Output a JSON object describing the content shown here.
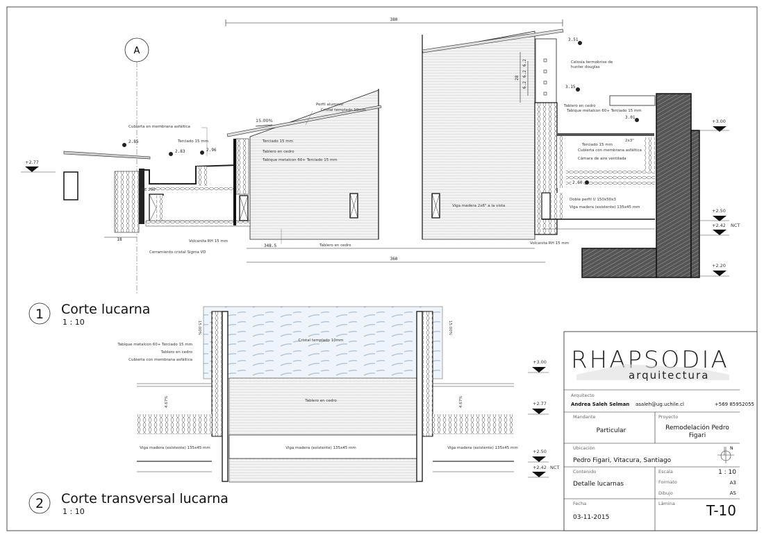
{
  "section1": {
    "marker": "A",
    "number": "1",
    "title": "Corte lucarna",
    "scale": "1 : 10",
    "dims": {
      "top": "380",
      "inner": "348.5",
      "outer": "360",
      "left": "18",
      "v28": "28",
      "v1": "6.2",
      "v2": "6.2",
      "v3": "6.2"
    },
    "slope": "15.00%",
    "elevations": [
      "2.85",
      "2.83",
      "2.96",
      "3.51",
      "3.15",
      "3.01",
      "2.60"
    ],
    "labels": {
      "perfil": "Perfil aluminio",
      "cristal": "Cristal templado 10mm",
      "cubierta": "Cubierta en membrana asfáltica",
      "terciado_l": "Terciado 15 mm",
      "terciado_r": "Terciado 15 mm",
      "tablero": "Tablero en cedro",
      "tabique": "Tabique metalcon 60+ Terciado 15 mm",
      "ipe": "IPE 200",
      "volcanita_l": "Volcanita RH 15 mm",
      "cerramiento": "Cerramiento cristal Sigma VD",
      "tablero_bottom": "Tablero en cedro",
      "viga_vista": "Viga madera 2x6\" a la vista",
      "celosia1": "Celosía termobrise de",
      "celosia2": "hunter douglas",
      "tablero_r": "Tablero en cedro",
      "tabique_r": "Tabique metalcon 60+ Terciado 15 mm",
      "terciado_r2": "Terciado 15 mm",
      "cubierta_r": "Cubierta con membrana asfáltica",
      "camara": "Cámara de aire ventilada",
      "dosx3": "2x3\"",
      "doble": "Doble perfil U 150x50x3",
      "viga_exist": "Viga madera (existente) 135x45 mm",
      "volcanita_r": "Volcanita RH 15 mm"
    },
    "levels": {
      "left": "+2.77",
      "l300": "+3.00",
      "l250": "+2.50",
      "l242": "+2.42",
      "nct": "NCT",
      "l220": "+2.20"
    }
  },
  "section2": {
    "number": "2",
    "title": "Corte transversal lucarna",
    "scale": "1 : 10",
    "labels": {
      "tabique": "Tabique metalcon 60+ Terciado 15 mm",
      "tablero": "Tablero en cedro",
      "cubierta": "Cubierta con membrana asfáltica",
      "cristal": "Cristal templado 10mm",
      "tablero_center": "Tablero en cedro",
      "viga_l": "Viga madera (existente) 135x45 mm",
      "viga_c": "Viga madera (existente) 135x45 mm",
      "viga_r": "Viga madera (existente) 135x45 mm",
      "slope_l": "15.00%",
      "slope_r": "15.00%",
      "slope2_l": "4.67%",
      "slope2_r": "4.67%"
    },
    "levels": {
      "l300": "+3.00",
      "l277": "+2.77",
      "l250": "+2.50",
      "l242": "+2.42",
      "nct": "NCT"
    }
  },
  "title_block": {
    "logo_main": "RHAPSODIA",
    "logo_sub": "arquitectura",
    "arquitecto_label": "Arquitecto",
    "arquitecto_name": "Andrea Saleh Selman",
    "email": "asaleh@ug.uchile.cl",
    "phone": "+569 85952055",
    "mandante_label": "Mandante",
    "mandante": "Particular",
    "proyecto_label": "Proyecto",
    "proyecto_1": "Remodelación Pedro",
    "proyecto_2": "Figari",
    "ubicacion_label": "Ubicación",
    "ubicacion": "Pedro Figari, Vitacura, Santiago",
    "north": "N",
    "contenido_label": "Contenido",
    "contenido": "Detalle lucarnas",
    "escala_label": "Escala",
    "escala": "1 : 10",
    "formato_label": "Formato",
    "formato": "A3",
    "dibujo_label": "Dibujo",
    "dibujo": "AS",
    "fecha_label": "Fecha",
    "fecha": "03-11-2015",
    "lamina_label": "Lámina",
    "lamina": "T-10"
  }
}
